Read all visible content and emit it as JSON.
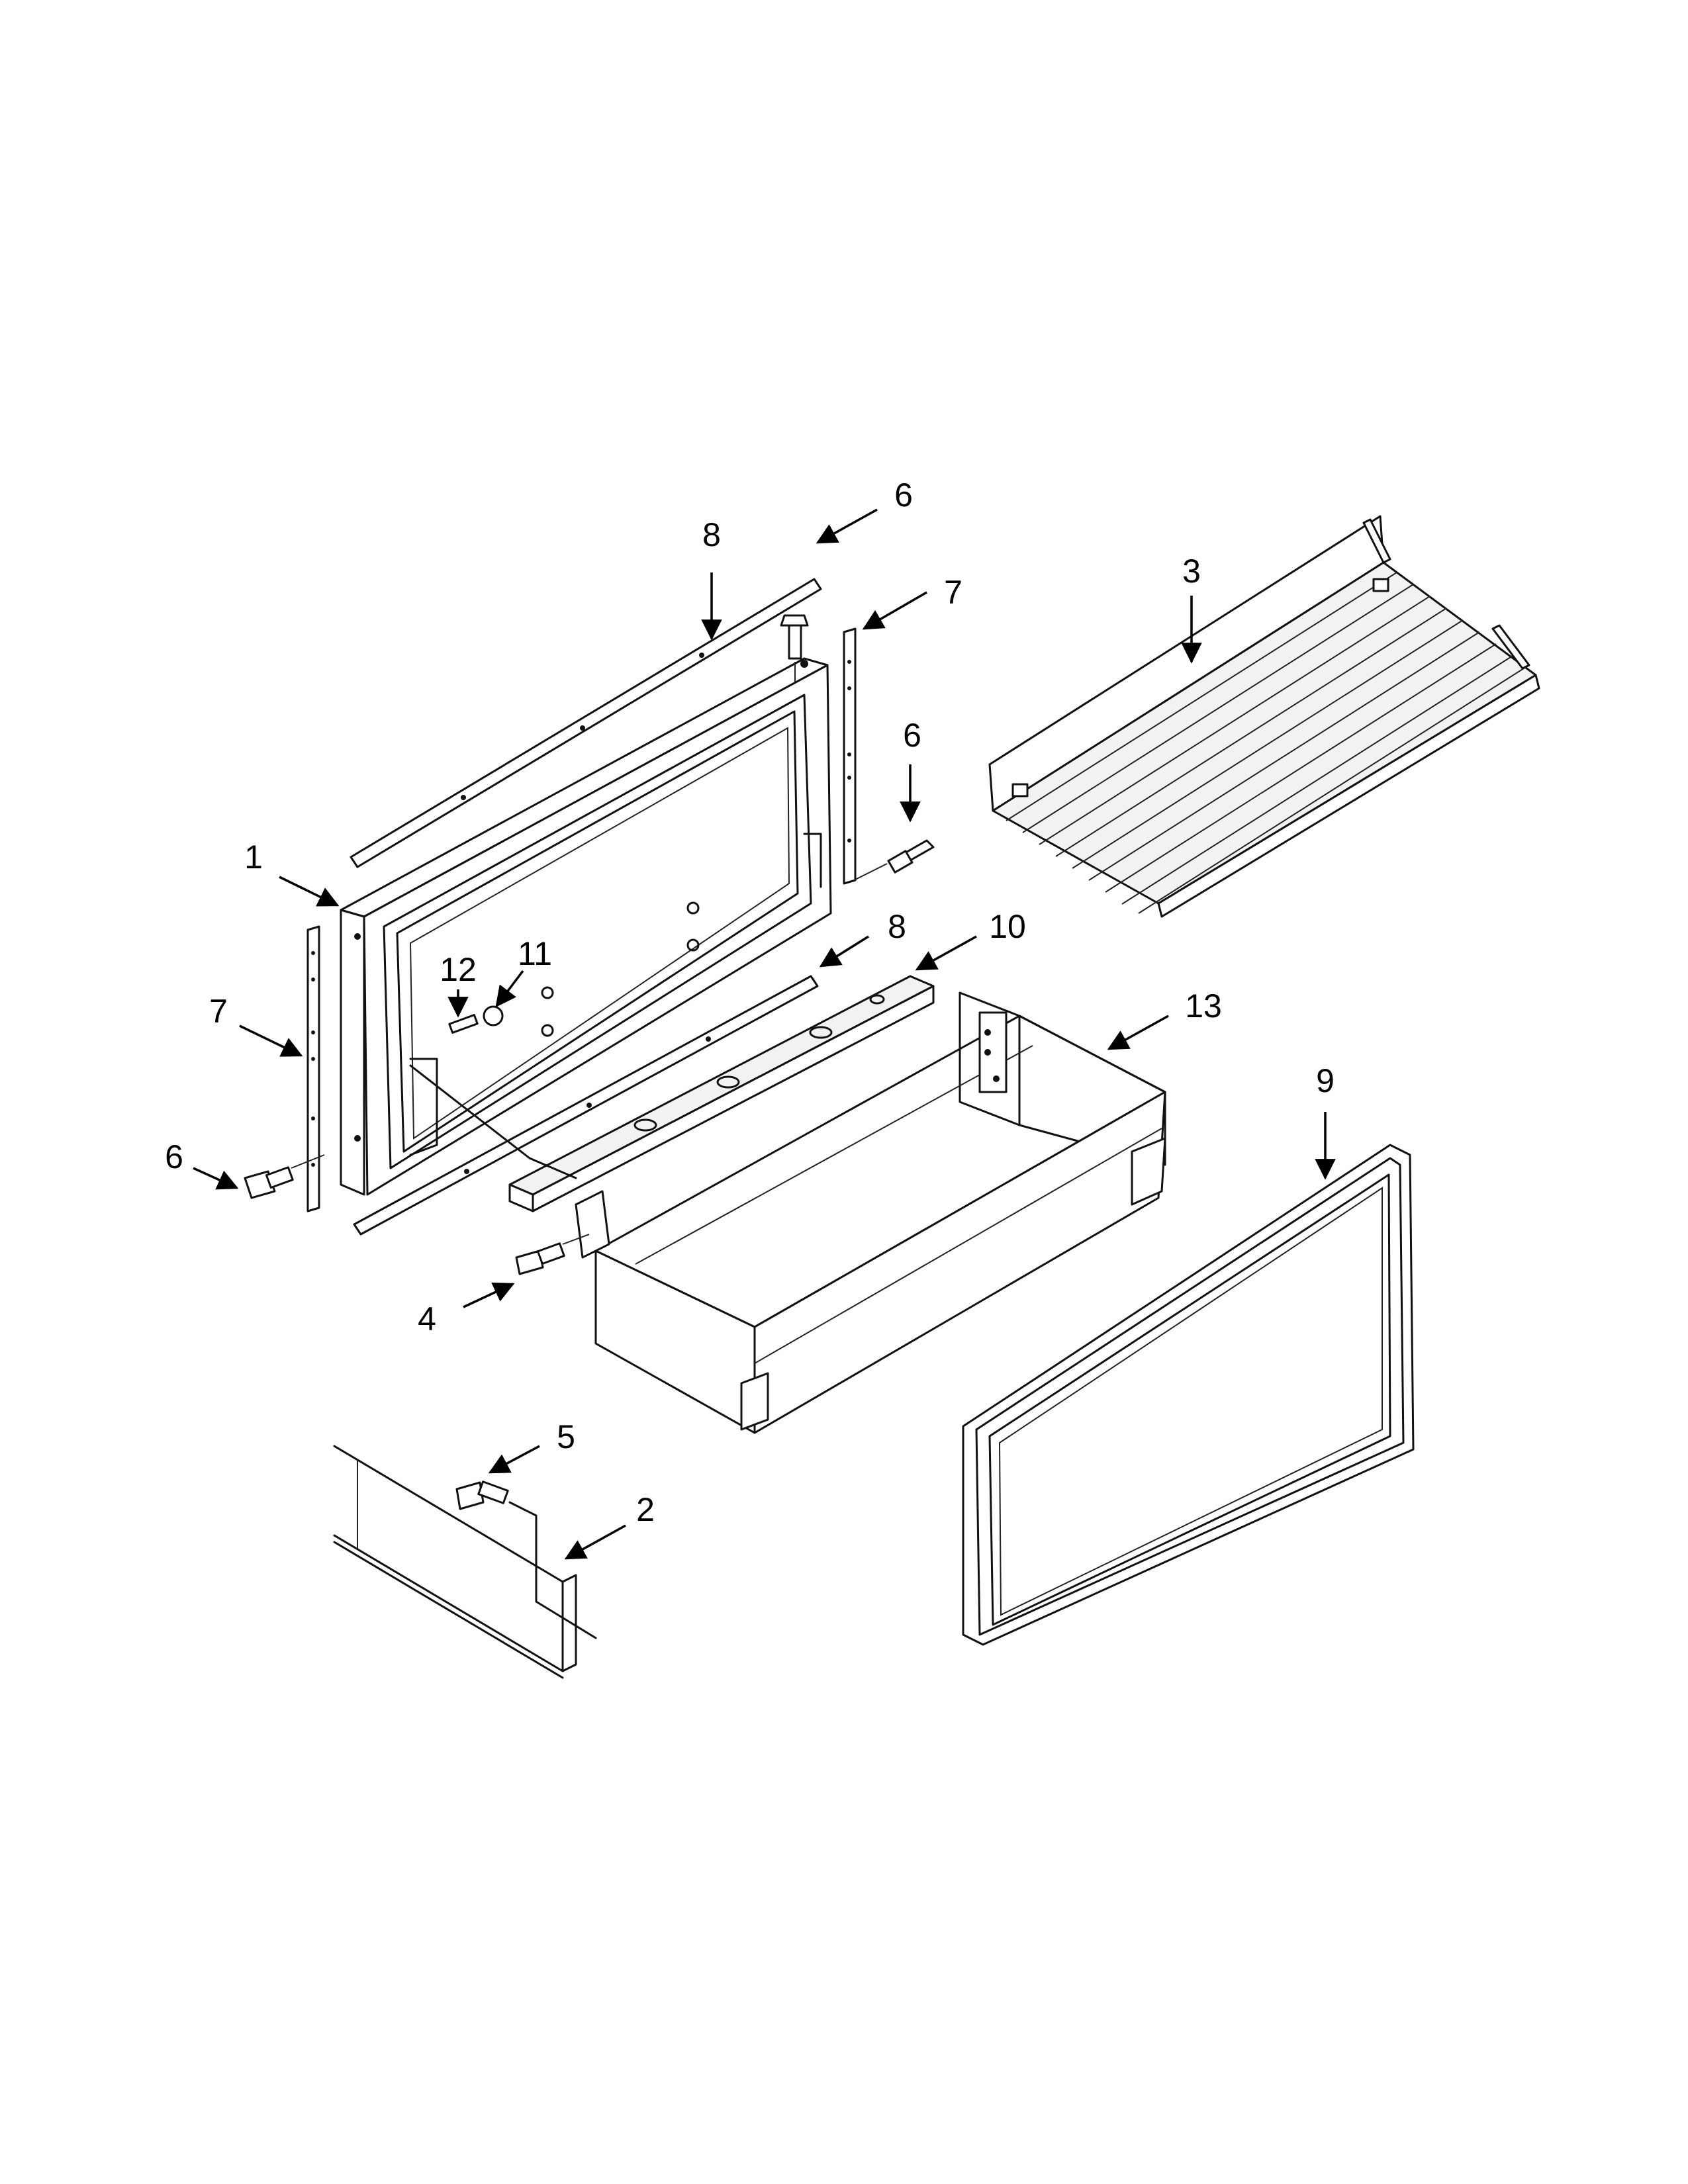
{
  "callouts": [
    {
      "id": "c1",
      "label": "1"
    },
    {
      "id": "c2",
      "label": "2"
    },
    {
      "id": "c3",
      "label": "3"
    },
    {
      "id": "c4",
      "label": "4"
    },
    {
      "id": "c5",
      "label": "5"
    },
    {
      "id": "c6a",
      "label": "6"
    },
    {
      "id": "c6b",
      "label": "6"
    },
    {
      "id": "c6c",
      "label": "6"
    },
    {
      "id": "c7a",
      "label": "7"
    },
    {
      "id": "c7b",
      "label": "7"
    },
    {
      "id": "c8a",
      "label": "8"
    },
    {
      "id": "c8b",
      "label": "8"
    },
    {
      "id": "c9",
      "label": "9"
    },
    {
      "id": "c10",
      "label": "10"
    },
    {
      "id": "c11",
      "label": "11"
    },
    {
      "id": "c12",
      "label": "12"
    },
    {
      "id": "c13",
      "label": "13"
    }
  ]
}
